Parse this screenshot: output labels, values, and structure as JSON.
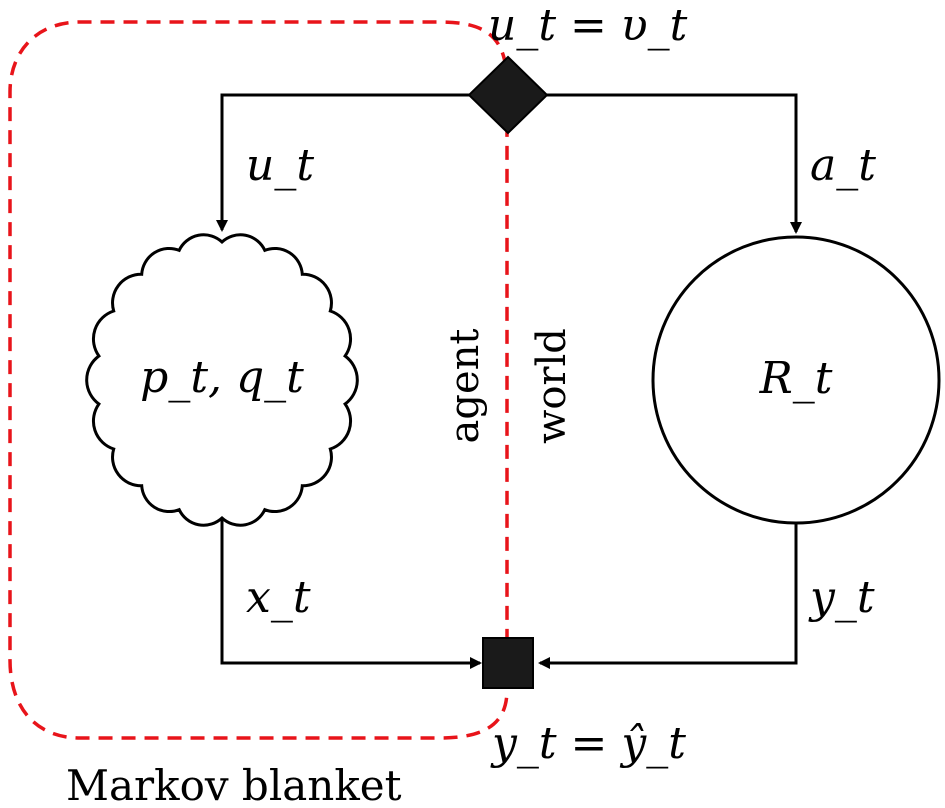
{
  "labels": {
    "action_node": "u_t = υ_t",
    "sensory_node": "y_t = ŷ_t",
    "left_top_edge": "u_t",
    "right_top_edge": "a_t",
    "left_bottom_edge": "x_t",
    "right_bottom_edge": "y_t",
    "agent_state": "p_t, q_t",
    "world_state": "R_t",
    "agent_side": "agent",
    "world_side": "world",
    "blanket": "Markov blanket"
  },
  "colors": {
    "blanket_dash": "#e8141a",
    "lines": "#000000",
    "nodes": "#1a1a1a"
  },
  "icons": {
    "action_node": "diamond-node",
    "sensory_node": "square-node",
    "agent_state": "cloud-node",
    "world_state": "circle-node"
  }
}
